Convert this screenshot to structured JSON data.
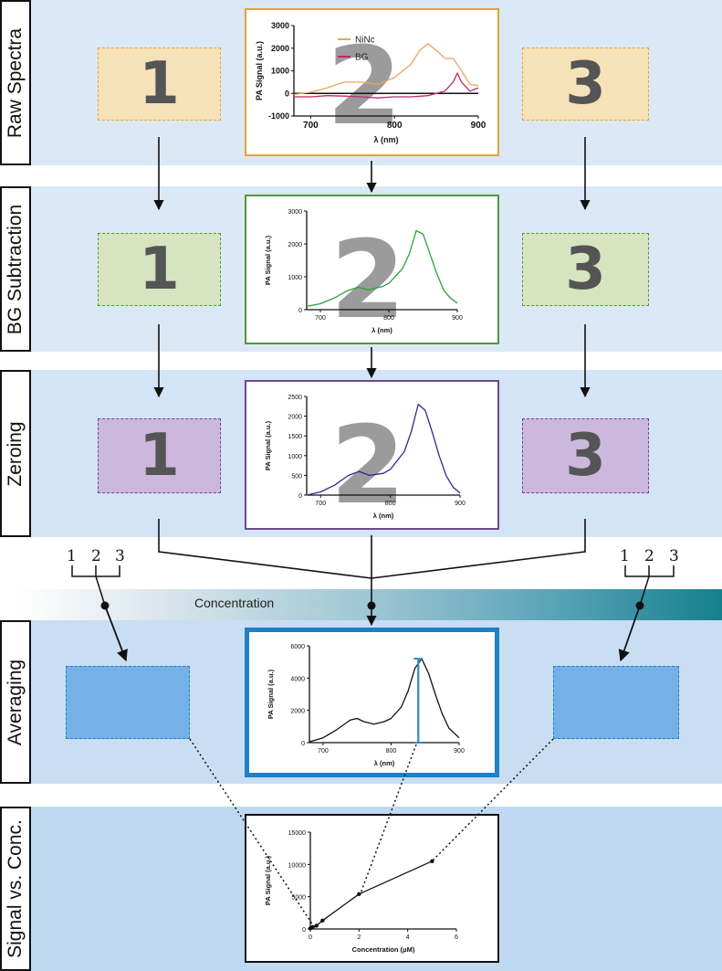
{
  "rows": {
    "raw": "Raw Spectra",
    "bg": "BG Subtraction",
    "zero": "Zeroing",
    "avg": "Averaging",
    "svc": "Signal vs. Conc."
  },
  "samples": [
    "1",
    "2",
    "3"
  ],
  "concentration_label": "Concentration",
  "colors": {
    "raw_box": "#f5e2b8",
    "raw_border": "#e0a43a",
    "bg_box": "#d6e5c0",
    "bg_border": "#4f9a3a",
    "zero_box": "#cdb8dd",
    "zero_border": "#6a4a8e",
    "avg_box": "#75b1e6",
    "avg_border": "#1f7fc7",
    "niNc_line": "#e8a65a",
    "bg_line": "#c0286a",
    "bgsub_line": "#2aa33a",
    "zero_line": "#2a2a9a",
    "avg_line": "#111111",
    "peak_marker": "#2b8bd6",
    "band_light": "#dbe9f7",
    "band_mid": "#c9def3",
    "gradient_end": "#167f8e"
  },
  "chart_data": [
    {
      "type": "line",
      "panel": "raw",
      "xlabel": "λ (nm)",
      "ylabel": "PA Signal (a.u.)",
      "xlim": [
        680,
        900
      ],
      "ylim": [
        -1000,
        3000
      ],
      "xticks": [
        700,
        800,
        900
      ],
      "yticks": [
        -1000,
        0,
        1000,
        2000,
        3000
      ],
      "legend": [
        "NiNc",
        "BG"
      ],
      "series": [
        {
          "name": "NiNc",
          "x": [
            680,
            700,
            720,
            740,
            760,
            780,
            800,
            820,
            830,
            840,
            850,
            860,
            870,
            880,
            890,
            900
          ],
          "y": [
            -50,
            50,
            250,
            500,
            500,
            400,
            700,
            1300,
            1900,
            2200,
            1900,
            1550,
            1550,
            1000,
            400,
            350
          ]
        },
        {
          "name": "BG",
          "x": [
            680,
            700,
            720,
            740,
            760,
            780,
            800,
            820,
            840,
            850,
            860,
            870,
            875,
            880,
            890,
            900
          ],
          "y": [
            -150,
            -150,
            -100,
            -120,
            -150,
            -200,
            -150,
            -150,
            -100,
            0,
            100,
            500,
            900,
            500,
            100,
            250
          ]
        }
      ]
    },
    {
      "type": "line",
      "panel": "bgsub",
      "xlabel": "λ (nm)",
      "ylabel": "PA Signal (a.u.)",
      "xlim": [
        680,
        900
      ],
      "ylim": [
        0,
        3000
      ],
      "xticks": [
        700,
        800,
        900
      ],
      "yticks": [
        0,
        1000,
        2000,
        3000
      ],
      "series": [
        {
          "x": [
            680,
            700,
            720,
            740,
            755,
            770,
            790,
            800,
            820,
            830,
            840,
            850,
            860,
            870,
            880,
            890,
            900
          ],
          "y": [
            100,
            180,
            350,
            580,
            680,
            600,
            700,
            800,
            1250,
            1700,
            2400,
            2300,
            1700,
            1100,
            600,
            350,
            200
          ]
        }
      ]
    },
    {
      "type": "line",
      "panel": "zero",
      "xlabel": "λ (nm)",
      "ylabel": "PA Signal (a.u.)",
      "xlim": [
        680,
        900
      ],
      "ylim": [
        0,
        2500
      ],
      "xticks": [
        700,
        800,
        900
      ],
      "yticks": [
        0,
        500,
        1000,
        1500,
        2000,
        2500
      ],
      "series": [
        {
          "x": [
            680,
            700,
            720,
            740,
            755,
            770,
            790,
            800,
            820,
            830,
            840,
            850,
            860,
            870,
            880,
            890,
            900
          ],
          "y": [
            0,
            80,
            250,
            500,
            600,
            500,
            550,
            650,
            1100,
            1600,
            2300,
            2150,
            1600,
            1000,
            500,
            200,
            50
          ]
        }
      ]
    },
    {
      "type": "line",
      "panel": "avg",
      "xlabel": "λ (nm)",
      "ylabel": "PA Signal (a.u.)",
      "xlim": [
        680,
        900
      ],
      "ylim": [
        0,
        6000
      ],
      "xticks": [
        700,
        800,
        900
      ],
      "yticks": [
        0,
        2000,
        4000,
        6000
      ],
      "peak": {
        "x": 840,
        "y": 5200
      },
      "series": [
        {
          "x": [
            680,
            700,
            720,
            740,
            750,
            760,
            775,
            790,
            800,
            815,
            825,
            835,
            845,
            855,
            865,
            875,
            885,
            900
          ],
          "y": [
            50,
            300,
            800,
            1400,
            1500,
            1300,
            1150,
            1300,
            1500,
            2200,
            3200,
            4600,
            5200,
            4300,
            3000,
            1800,
            900,
            300
          ]
        }
      ]
    },
    {
      "type": "scatter",
      "panel": "svc",
      "xlabel": "Concentration (μM)",
      "ylabel": "PA Signal (a.u.)",
      "xlim": [
        0,
        6
      ],
      "ylim": [
        0,
        15000
      ],
      "xticks": [
        0,
        2,
        4,
        6
      ],
      "yticks": [
        0,
        5000,
        10000,
        15000
      ],
      "series": [
        {
          "x": [
            0,
            0.1,
            0.25,
            0.5,
            2,
            5
          ],
          "y": [
            100,
            300,
            500,
            1300,
            5400,
            10500
          ]
        }
      ]
    }
  ]
}
